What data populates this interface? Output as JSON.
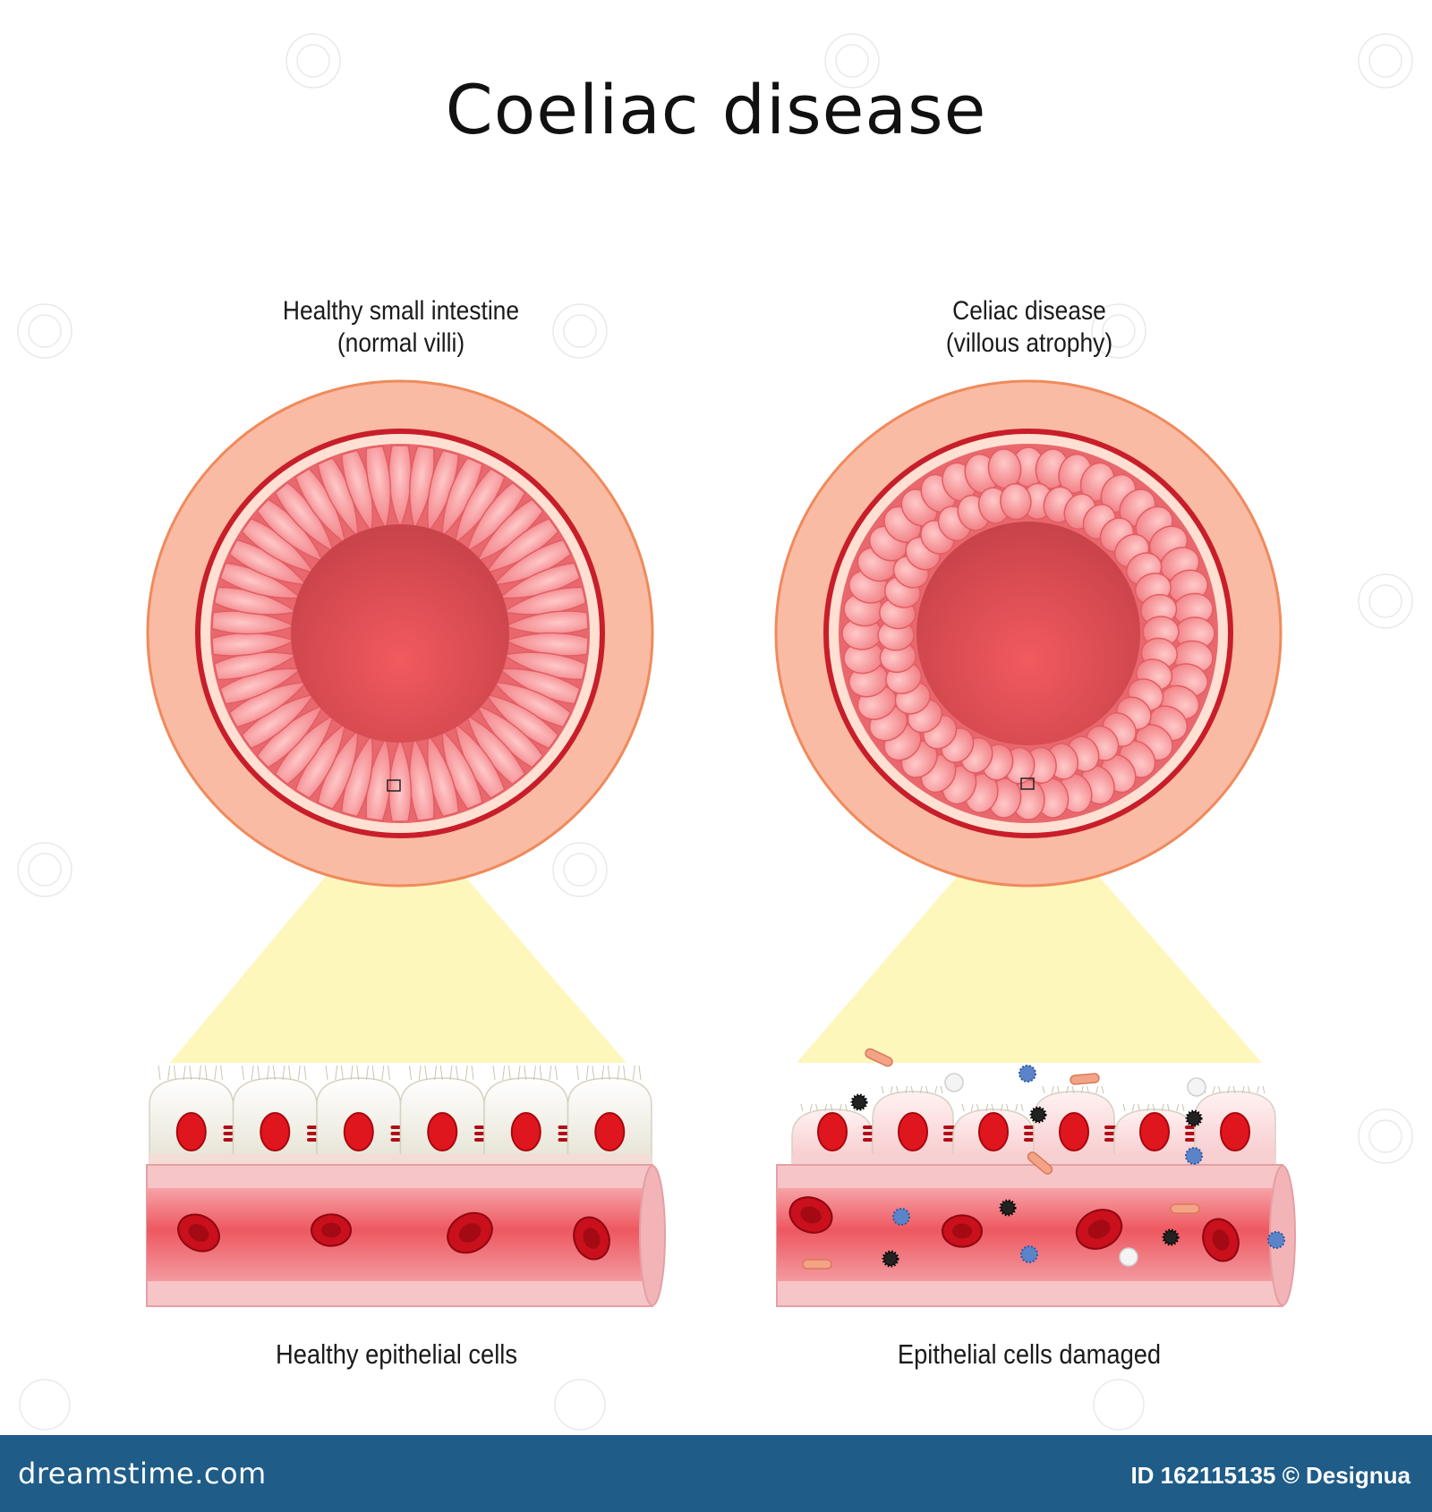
{
  "title": "Coeliac disease",
  "panels": {
    "healthy": {
      "title_line1": "Healthy small intestine",
      "title_line2": "(normal villi)",
      "caption": "Healthy epithelial cells"
    },
    "celiac": {
      "title_line1": "Celiac disease",
      "title_line2": "(villous atrophy)",
      "caption": "Epithelial cells damaged"
    }
  },
  "footer": {
    "logo": "dreamstime.com",
    "id_text": "ID 162115135 © Designua"
  },
  "colors": {
    "outer_ring": "#f7b9a0",
    "inner_ring_line": "#c81e2a",
    "mucosa": "#f07f84",
    "lumen": "#e15a5e",
    "zoom_cone": "#fdf6b3",
    "cell_body": "#ecebe0",
    "nucleus": "#e0161e",
    "vessel_wall": "#f4c2c4",
    "blood": "#e3434b",
    "red_blood_cell": "#c9101c",
    "footer_bar": "#1f5c87"
  }
}
